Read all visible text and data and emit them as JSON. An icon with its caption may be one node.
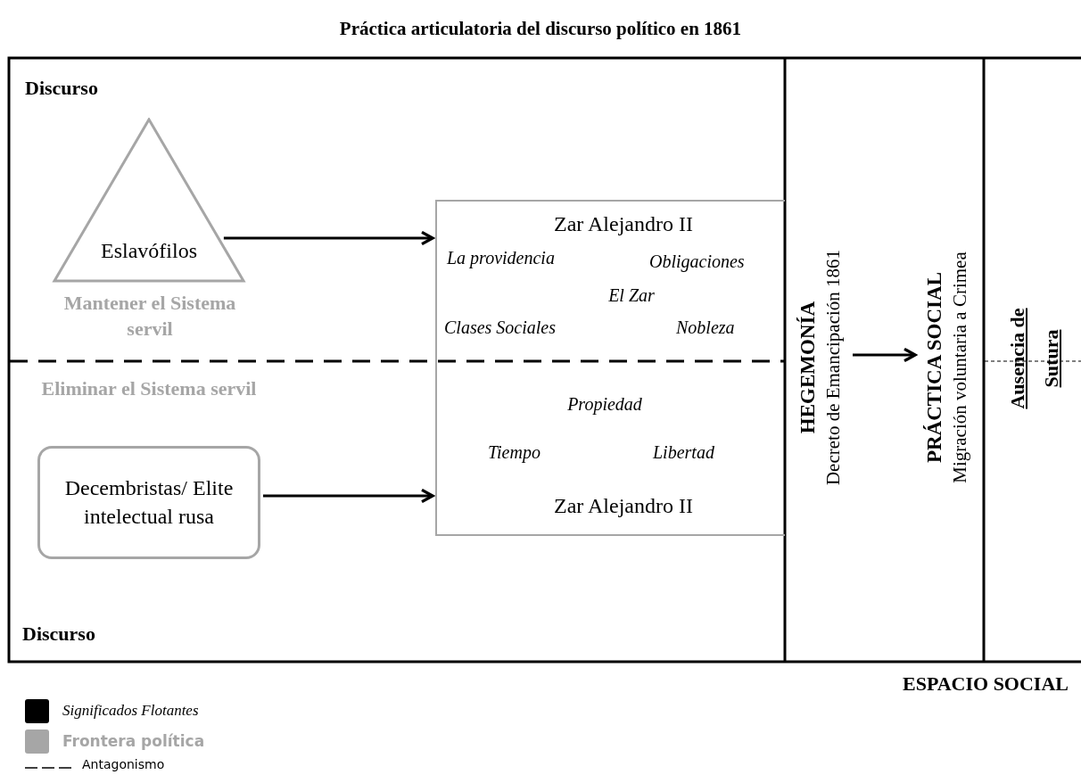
{
  "diagram": {
    "title": "Práctica articulatoria del discurso político en 1861",
    "nodes": [
      {
        "text": [
          "Eslavófilos"
        ],
        "beside": [
          "Mantener el Sistema servil"
        ]
      },
      {
        "text": [
          "Decembristas/ Elite intelectual rusa"
        ],
        "beside": [
          "Eliminar el Sistema servil"
        ]
      },
      {
        "text": [
          "Zar Alejandro II",
          "La providencia",
          "Obligaciones",
          "El Zar",
          "Clases Sociales",
          "Nobleza",
          "Propiedad",
          "Tiempo",
          "Libertad",
          "Zar Alejandro II"
        ]
      },
      {
        "text": [
          "HEGEMONÍA",
          "Decreto de Emancipación 1861"
        ]
      },
      {
        "text": [
          "PRÁCTICA SOCIAL",
          "Migración voluntaria a Crimea"
        ]
      }
    ],
    "edges": [
      {
        "from": 0,
        "to": 2,
        "arrow": "to"
      },
      {
        "from": 1,
        "to": 2,
        "arrow": "to"
      },
      {
        "from": 3,
        "to": 4,
        "arrow": "to"
      }
    ],
    "labels": [
      "Discurso",
      "Discurso",
      "Ausencia de Sutura",
      "ESPACIO SOCIAL"
    ],
    "legend": [
      {
        "text": "Significados Flotantes",
        "color": "#000000"
      },
      {
        "text": "Frontera política",
        "color": "#a6a6a6"
      },
      {
        "text": "Antagonismo"
      }
    ]
  }
}
